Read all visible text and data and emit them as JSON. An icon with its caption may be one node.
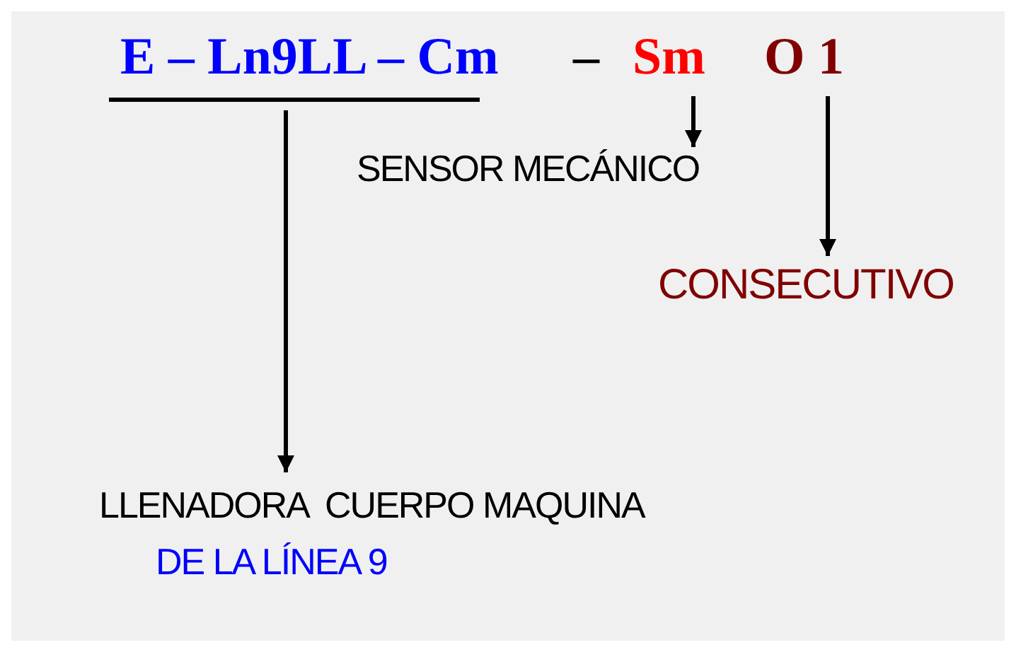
{
  "diagram": {
    "nodes": [
      {
        "text": [
          "E – Ln9LL – Cm"
        ]
      },
      {
        "text": [
          "Sm"
        ]
      },
      {
        "text": [
          "SENSOR MECÁNICO"
        ]
      },
      {
        "text": [
          "O 1"
        ]
      },
      {
        "text": [
          "CONSECUTIVO"
        ]
      },
      {
        "text": [
          "LLENADORA  CUERPO MAQUINA",
          "DE LA LÍNEA 9"
        ]
      }
    ],
    "edges": [
      {
        "from": 0,
        "to": 5,
        "arrow": "to"
      },
      {
        "from": 1,
        "to": 2,
        "arrow": "to"
      },
      {
        "from": 3,
        "to": 4,
        "arrow": "to"
      }
    ],
    "labels": [
      "–"
    ]
  }
}
